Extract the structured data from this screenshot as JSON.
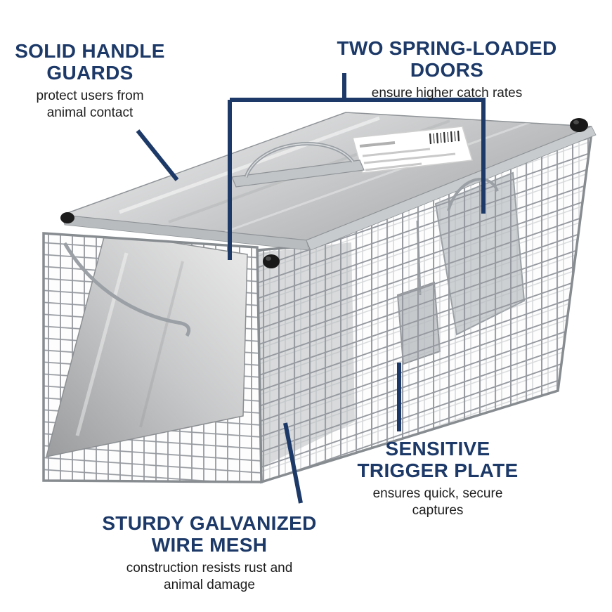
{
  "colors": {
    "accent": "#1c3968",
    "body_text": "#1d1d1d"
  },
  "illustration": {
    "name": "two-door-galvanized-cage-trap"
  },
  "callouts": {
    "handle_guards": {
      "title_line1": "SOLID HANDLE",
      "title_line2": "GUARDS",
      "subtitle_line1": "protect users from",
      "subtitle_line2": "animal contact"
    },
    "spring_doors": {
      "title": "TWO SPRING-LOADED DOORS",
      "subtitle": "ensure higher catch rates"
    },
    "trigger_plate": {
      "title_line1": "SENSITIVE",
      "title_line2": "TRIGGER PLATE",
      "subtitle_line1": "ensures quick, secure",
      "subtitle_line2": "captures"
    },
    "wire_mesh": {
      "title_line1": "STURDY GALVANIZED",
      "title_line2": "WIRE MESH",
      "subtitle_line1": "construction resists rust and",
      "subtitle_line2": "animal damage"
    }
  }
}
